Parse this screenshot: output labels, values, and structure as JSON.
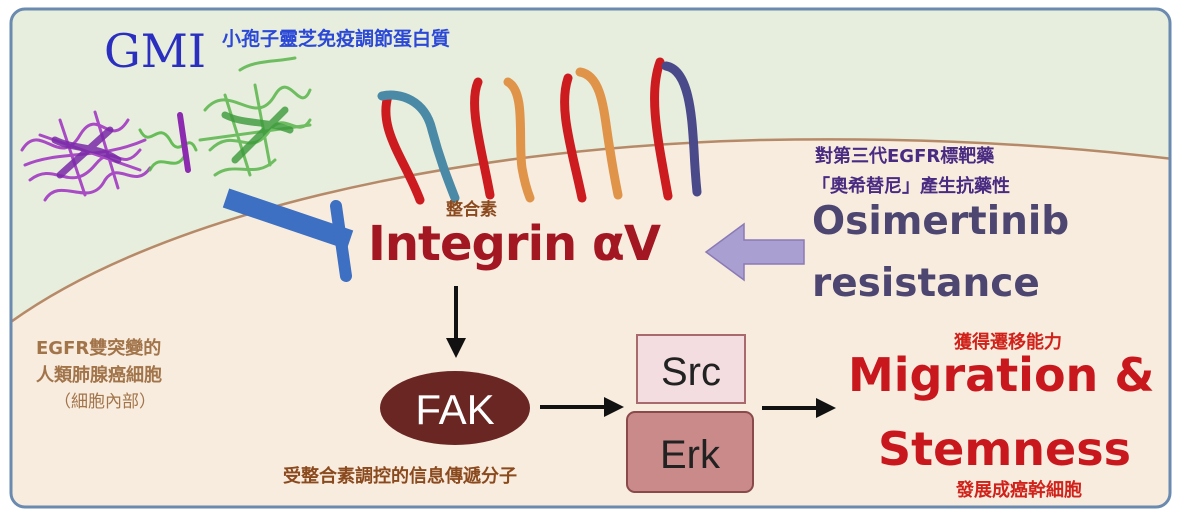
{
  "gmi": {
    "label": "GMI",
    "chinese_label": "小孢子靈芝免疫調節蛋白質"
  },
  "integrin": {
    "chinese_label": "整合素",
    "label": "Integrin αV"
  },
  "osimertinib": {
    "chinese_line1": "對第三代EGFR標靶藥",
    "chinese_line2": "「奧希替尼」產生抗藥性",
    "label_line1": "Osimertinib",
    "label_line2": "resistance"
  },
  "cell": {
    "line1": "EGFR雙突變的",
    "line2": "人類肺腺癌細胞",
    "line3": "（細胞內部）"
  },
  "fak": {
    "label": "FAK",
    "chinese_label": "受整合素調控的信息傳遞分子"
  },
  "src": {
    "label": "Src"
  },
  "erk": {
    "label": "Erk"
  },
  "outcome": {
    "migration_chinese": "獲得遷移能力",
    "label_line1": "Migration &",
    "label_line2": "Stemness",
    "stemness_chinese": "發展成癌幹細胞"
  },
  "colors": {
    "outside_bg": "#e7eedd",
    "cell_bg": "#f8ecdf",
    "membrane": "#b68a68",
    "frame": "#6a8ab0",
    "inhibit_arrow": "#3d6fc2",
    "resistance_arrow": "#a99fd0",
    "fak_fill": "#6a2623",
    "src_fill": "#f3dde0",
    "erk_fill": "#c98a89",
    "helix_red": "#cc1c20",
    "helix_blue": "#4a8aa6",
    "helix_orange": "#e0944a",
    "helix_purple": "#4a4a8a"
  }
}
